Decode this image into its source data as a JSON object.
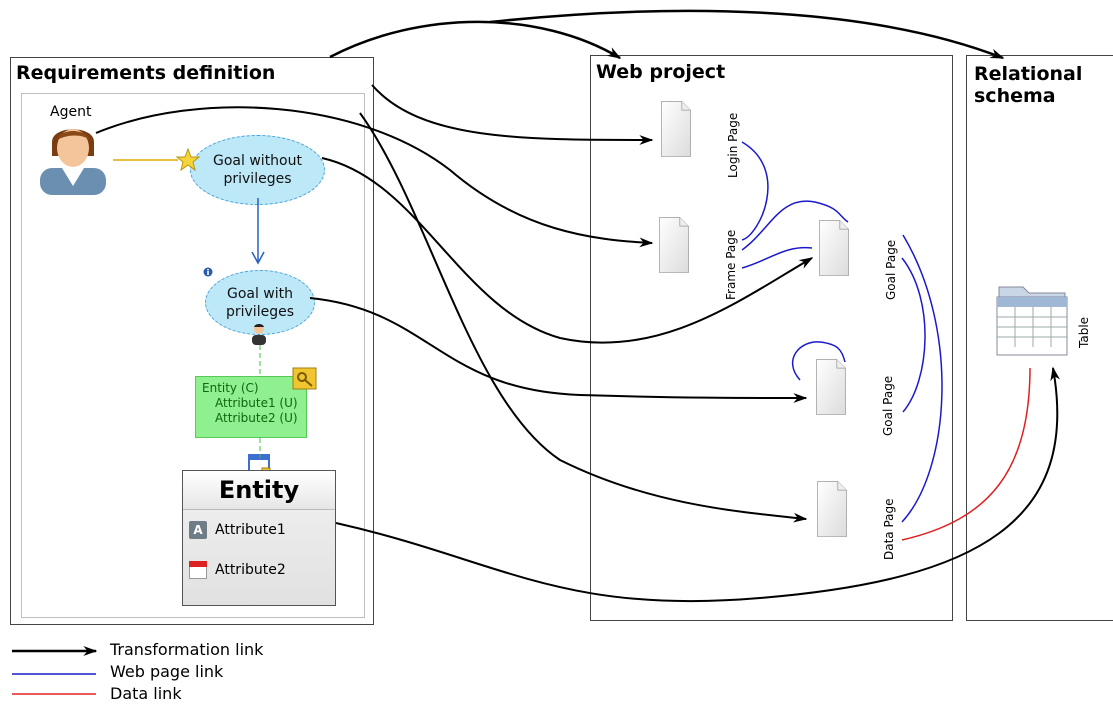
{
  "panels": {
    "requirements": {
      "title": "Requirements definition"
    },
    "web": {
      "title": "Web project"
    },
    "relational": {
      "title": "Relational\nschema"
    }
  },
  "agent": {
    "label": "Agent"
  },
  "goals": {
    "without": "Goal without\nprivileges",
    "with": "Goal with\nprivileges"
  },
  "condition": {
    "lines": [
      "Entity  (C)",
      "Attribute1 (U)",
      "Attribute2 (U)"
    ]
  },
  "entity": {
    "title": "Entity",
    "attributes": [
      "Attribute1",
      "Attribute2"
    ],
    "attr_icon_text": "A"
  },
  "pages": {
    "login": "Login Page",
    "frame": "Frame Page",
    "goal1": "Goal Page",
    "goal2": "Goal Page",
    "data": "Data Page"
  },
  "table": {
    "label": "Table"
  },
  "legend": {
    "transformation": "Transformation link",
    "web": "Web page link",
    "data": "Data link"
  },
  "colors": {
    "transformation": "#000000",
    "web": "#1a1acc",
    "data": "#e02020",
    "goal_fill": "#bde8f7",
    "condition_fill": "#8ef08e"
  }
}
